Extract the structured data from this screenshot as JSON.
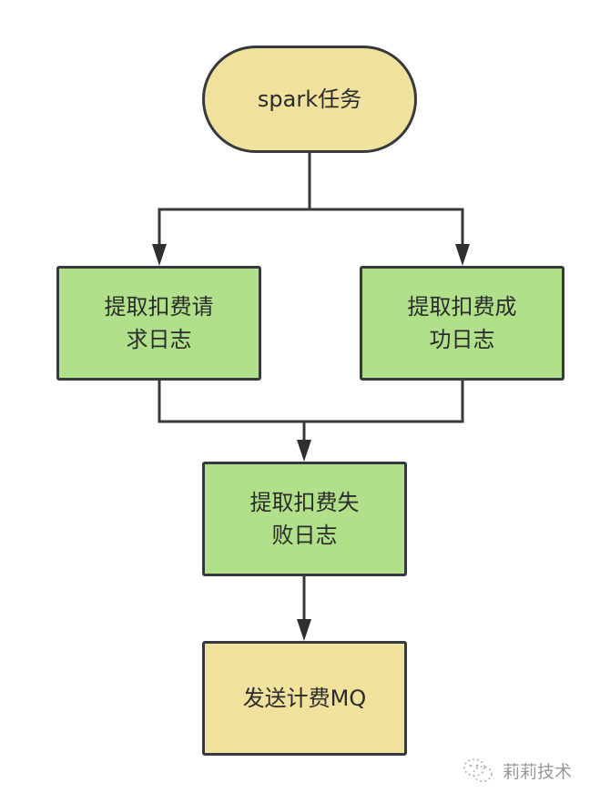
{
  "diagram": {
    "type": "flowchart",
    "colors": {
      "terminal_fill": "#f0e19d",
      "process_fill_green": "#b0e08a",
      "process_fill_yellow": "#f0e19d",
      "stroke": "#36393d"
    },
    "nodes": [
      {
        "id": "spark-task",
        "shape": "terminal",
        "label": "spark任务"
      },
      {
        "id": "extract-request-logs",
        "shape": "process",
        "label": "提取扣费请\n求日志"
      },
      {
        "id": "extract-success-logs",
        "shape": "process",
        "label": "提取扣费成\n功日志"
      },
      {
        "id": "extract-failure-logs",
        "shape": "process",
        "label": "提取扣费失\n败日志"
      },
      {
        "id": "send-billing-mq",
        "shape": "process",
        "label": "发送计费MQ"
      }
    ],
    "edges": [
      {
        "from": "spark-task",
        "to": "extract-request-logs"
      },
      {
        "from": "spark-task",
        "to": "extract-success-logs"
      },
      {
        "from": "extract-request-logs",
        "to": "extract-failure-logs"
      },
      {
        "from": "extract-success-logs",
        "to": "extract-failure-logs"
      },
      {
        "from": "extract-failure-logs",
        "to": "send-billing-mq"
      }
    ]
  },
  "watermark": {
    "icon": "wechat-icon",
    "text": "莉莉技术"
  }
}
